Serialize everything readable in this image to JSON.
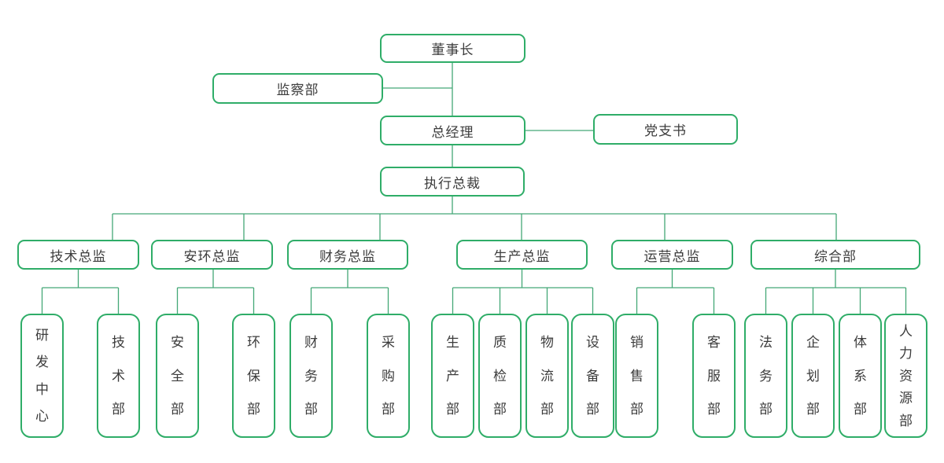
{
  "colors": {
    "node_border": "#2fad68",
    "connector": "#44a877",
    "text": "#3c3c3c",
    "background": "#ffffff"
  },
  "org": {
    "chairman": {
      "label": "董事长"
    },
    "supervision": {
      "label": "监察部"
    },
    "general_manager": {
      "label": "总经理"
    },
    "party_secretary": {
      "label": "党支书"
    },
    "executive_president": {
      "label": "执行总裁"
    },
    "groups": [
      {
        "label": "技术总监",
        "departments": [
          {
            "label": "研发中心"
          },
          {
            "label": "技术部"
          }
        ]
      },
      {
        "label": "安环总监",
        "departments": [
          {
            "label": "安全部"
          },
          {
            "label": "环保部"
          }
        ]
      },
      {
        "label": "财务总监",
        "departments": [
          {
            "label": "财务部"
          },
          {
            "label": "采购部"
          }
        ]
      },
      {
        "label": "生产总监",
        "departments": [
          {
            "label": "生产部"
          },
          {
            "label": "质检部"
          },
          {
            "label": "物流部"
          },
          {
            "label": "设备部"
          }
        ]
      },
      {
        "label": "运营总监",
        "departments": [
          {
            "label": "销售部"
          },
          {
            "label": "客服部"
          }
        ]
      },
      {
        "label": "综合部",
        "departments": [
          {
            "label": "法务部"
          },
          {
            "label": "企划部"
          },
          {
            "label": "体系部"
          },
          {
            "label": "人力资源部"
          }
        ]
      }
    ]
  }
}
